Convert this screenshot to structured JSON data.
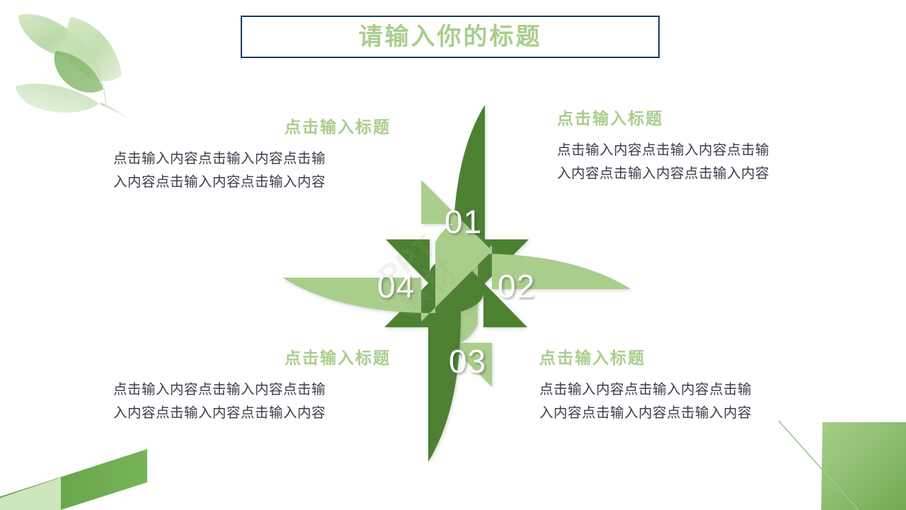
{
  "slide": {
    "title": "请输入你的标题",
    "background_color": "#ffffff",
    "title_border_color": "#123a63",
    "accent_light_green": "#a9ce8c",
    "accent_dark_green": "#4e8132",
    "body_text_color": "#3a3e4a"
  },
  "watermark": {
    "line1": "PPT",
    "line2": "素材"
  },
  "pinwheel": {
    "arrows": [
      {
        "number": "01",
        "direction": "down",
        "color": "#4e8132"
      },
      {
        "number": "02",
        "direction": "right",
        "color": "#a9ce8c"
      },
      {
        "number": "03",
        "direction": "up",
        "color": "#4e8132"
      },
      {
        "number": "04",
        "direction": "left",
        "color": "#a9ce8c"
      }
    ]
  },
  "blocks": {
    "top_left": {
      "heading": "点击输入标题",
      "body_line1": "点击输入内容点击输入内容点击输",
      "body_line2": "入内容点击输入内容点击输入内容"
    },
    "top_right": {
      "heading": "点击输入标题",
      "body_line1": "点击输入内容点击输入内容点击输",
      "body_line2": "入内容点击输入内容点击输入内容"
    },
    "bottom_left": {
      "heading": "点击输入标题",
      "body_line1": "点击输入内容点击输入内容点击输",
      "body_line2": "入内容点击输入内容点击输入内容"
    },
    "bottom_right": {
      "heading": "点击输入标题",
      "body_line1": "点击输入内容点击输入内容点击输",
      "body_line2": "入内容点击输入内容点击输入内容"
    }
  }
}
